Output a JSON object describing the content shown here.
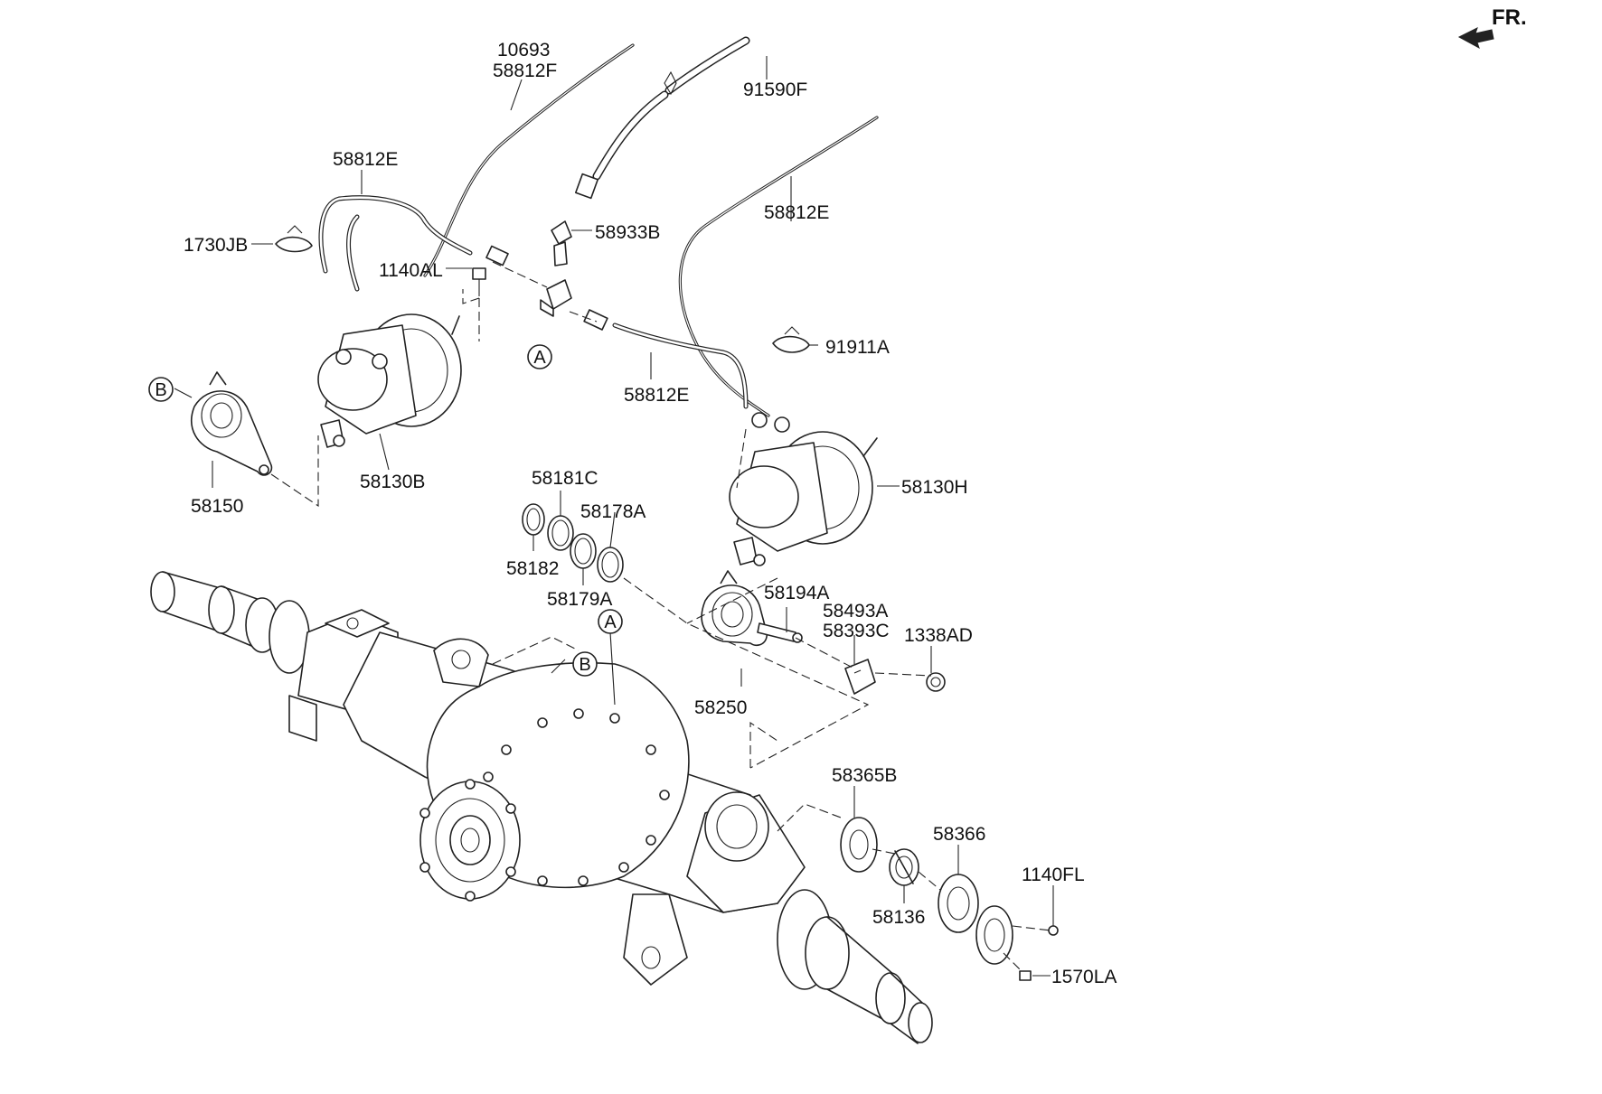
{
  "orientation_label": "FR.",
  "orientation_icon": "arrow-left-icon",
  "labels": {
    "l_10693": "10693",
    "l_58812F": "58812F",
    "l_91590F": "91590F",
    "l_58812E_a": "58812E",
    "l_58812E_b": "58812E",
    "l_58812E_c": "58812E",
    "l_1730JB": "1730JB",
    "l_1140AL": "1140AL",
    "l_58933B": "58933B",
    "l_91911A": "91911A",
    "l_58130B": "58130B",
    "l_58130H": "58130H",
    "l_58150": "58150",
    "l_58181C": "58181C",
    "l_58178A": "58178A",
    "l_58182": "58182",
    "l_58179A": "58179A",
    "l_58194A": "58194A",
    "l_58493A": "58493A",
    "l_58393C": "58393C",
    "l_1338AD": "1338AD",
    "l_58250": "58250",
    "l_58365B": "58365B",
    "l_58366": "58366",
    "l_1140FL": "1140FL",
    "l_58136": "58136",
    "l_1570LA": "1570LA"
  },
  "callouts": {
    "a_top": "A",
    "a_axle": "A",
    "b_left": "B",
    "b_axle": "B"
  }
}
